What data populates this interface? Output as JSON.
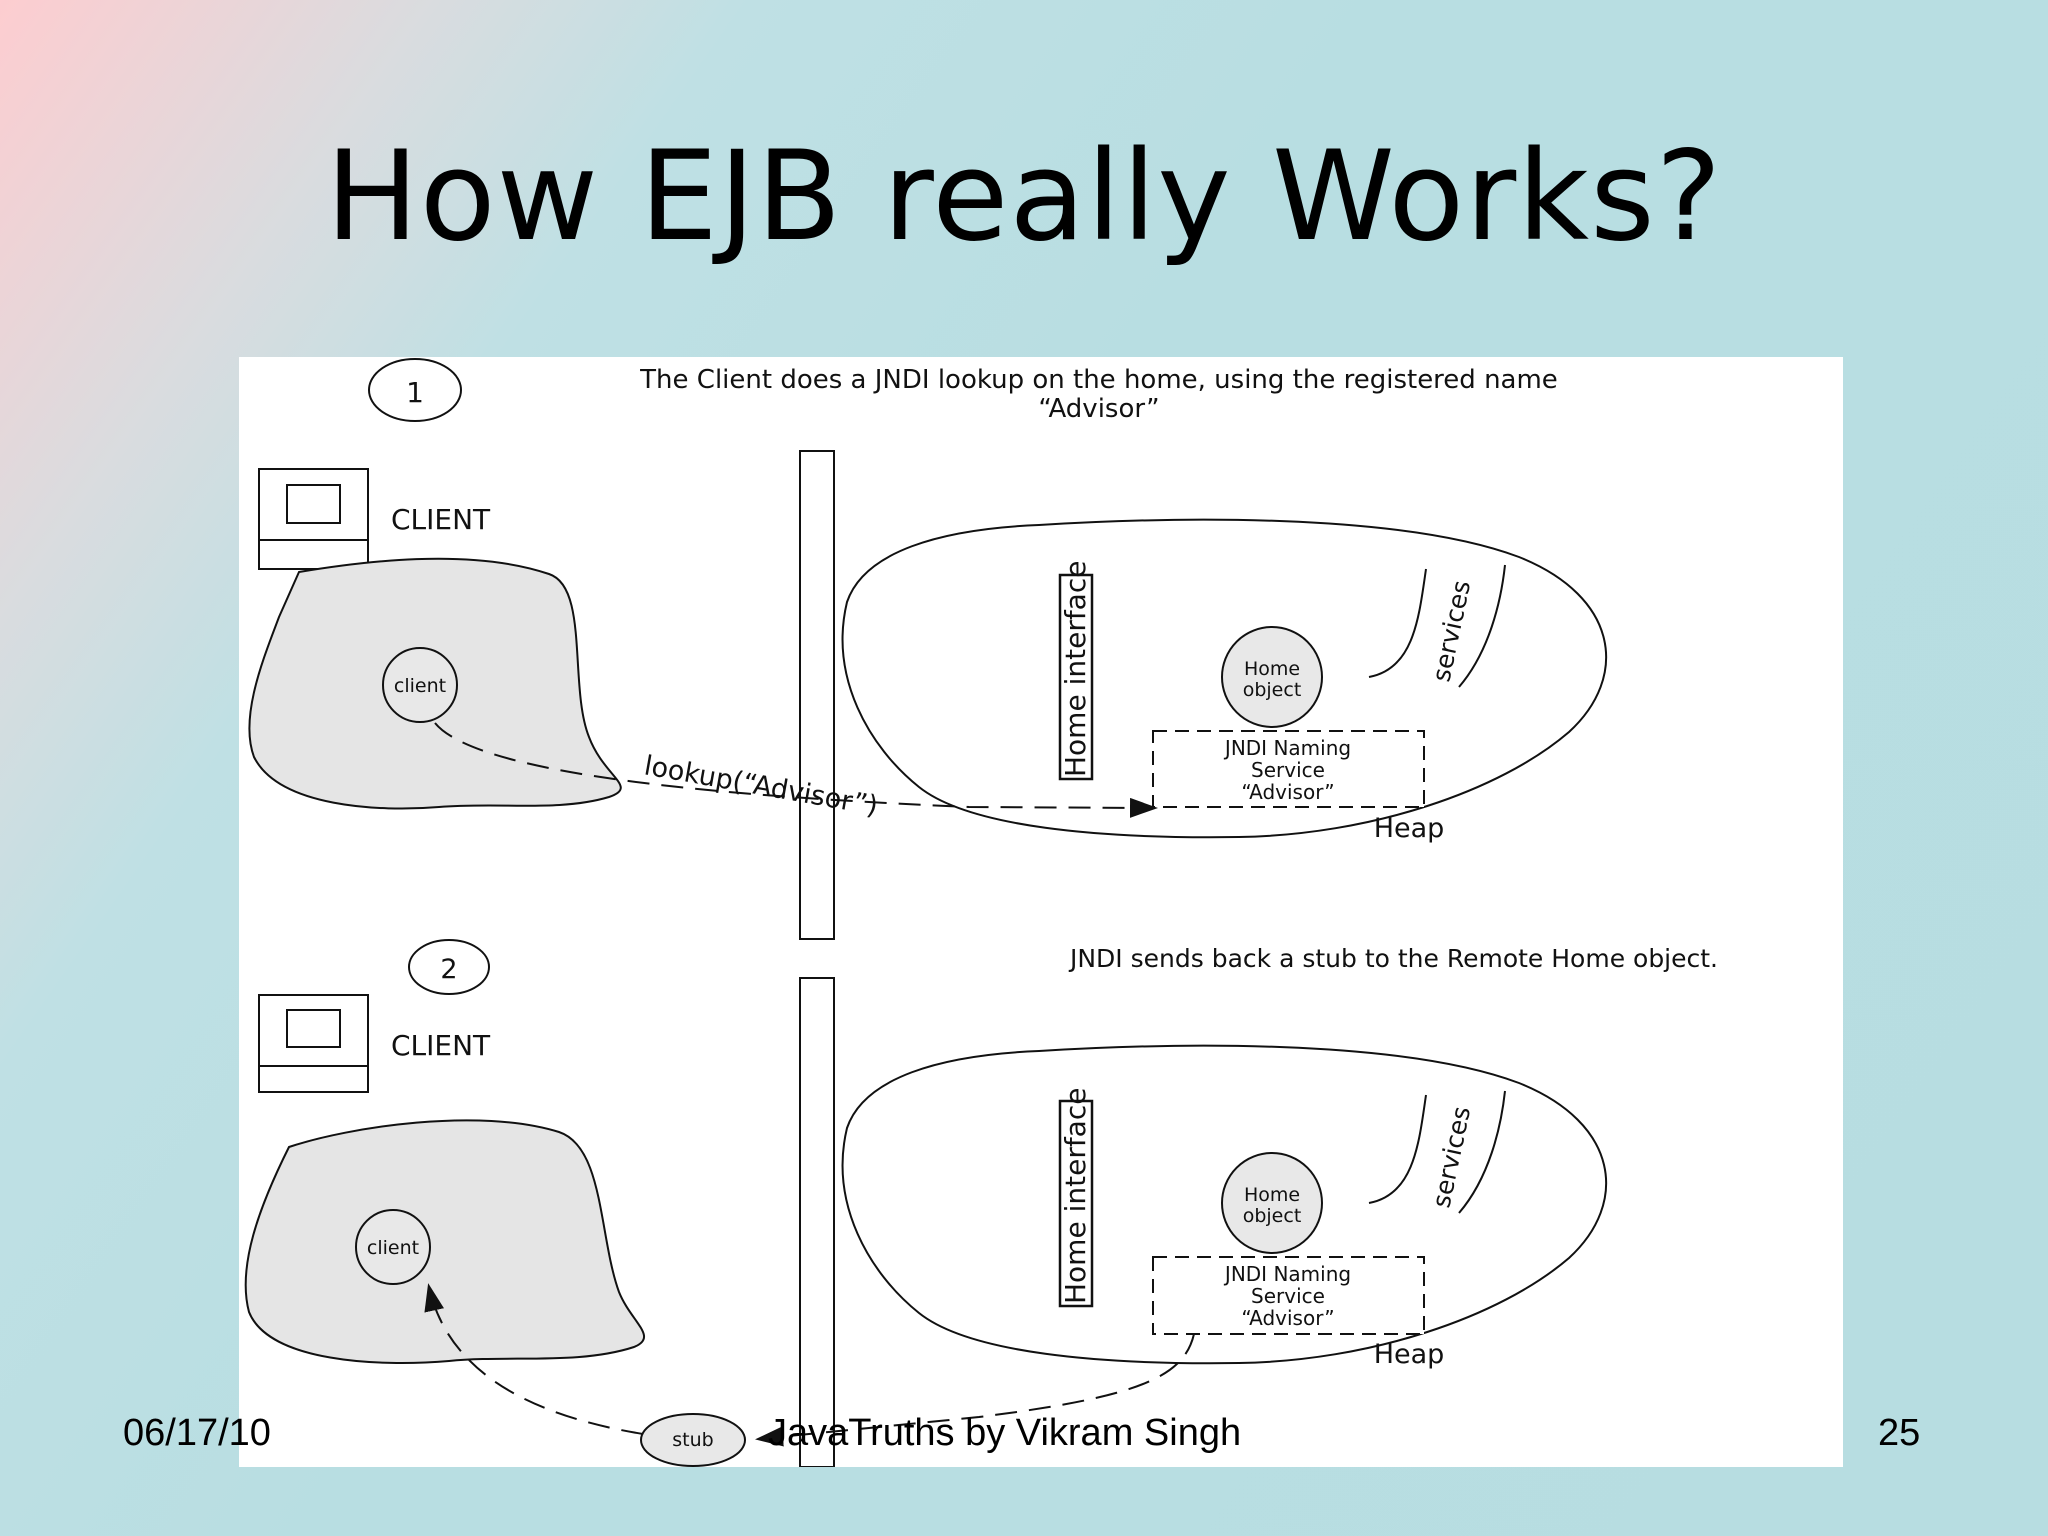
{
  "slide": {
    "title": "How EJB really Works?",
    "footer_date": "06/17/10",
    "footer_center": "JavaTruths by Vikram Singh",
    "page_number": "25"
  },
  "diagram": {
    "step1": {
      "number": "1",
      "caption_line1": "The Client does a JNDI lookup on the home, using the registered name",
      "caption_line2": "“Advisor”",
      "client_label": "CLIENT",
      "client_node": "client",
      "lookup_call": "lookup(“Advisor”)",
      "home_interface": "Home interface",
      "home_object_line1": "Home",
      "home_object_line2": "object",
      "services": "services",
      "jndi_line1": "JNDI Naming",
      "jndi_line2": "Service",
      "jndi_line3": "“Advisor”",
      "heap": "Heap"
    },
    "step2": {
      "number": "2",
      "caption": "JNDI sends back a stub to the Remote Home object.",
      "client_label": "CLIENT",
      "client_node": "client",
      "stub": "stub",
      "home_interface": "Home interface",
      "home_object_line1": "Home",
      "home_object_line2": "object",
      "services": "services",
      "jndi_line1": "JNDI Naming",
      "jndi_line2": "Service",
      "jndi_line3": "“Advisor”",
      "heap": "Heap"
    }
  }
}
